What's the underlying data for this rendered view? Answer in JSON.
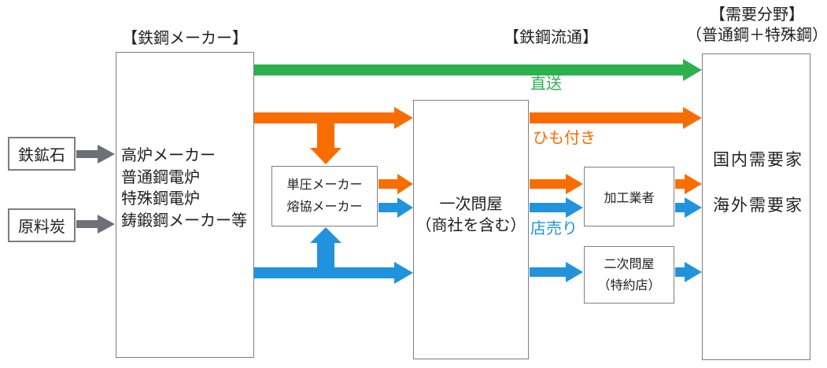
{
  "headers": {
    "makers": "【鉄鋼メーカー】",
    "distribution": "【鉄鋼流通】",
    "demand_line1": "【需要分野】",
    "demand_line2": "（普通鋼＋特殊鋼）"
  },
  "nodes": {
    "iron_ore": {
      "label": "鉄鉱石"
    },
    "coking_coal": {
      "label": "原料炭"
    },
    "steel_makers": {
      "lines": [
        "高炉メーカー",
        "普通鋼電炉",
        "特殊鋼電炉",
        "鋳鍛鋼メーカー等"
      ]
    },
    "single_roll_makers": {
      "lines": [
        "単圧メーカー",
        "熔協メーカー"
      ]
    },
    "primary_wholesaler": {
      "lines": [
        "一次問屋",
        "（商社を含む）"
      ]
    },
    "processors": {
      "label": "加工業者"
    },
    "secondary_wholesaler": {
      "lines": [
        "二次問屋",
        "（特約店）"
      ]
    },
    "demand": {
      "lines": [
        "国内需要家",
        "海外需要家"
      ]
    }
  },
  "flow_labels": {
    "direct": "直送",
    "tied": "ひも付き",
    "store": "店売り"
  },
  "colors": {
    "direct_green": "#2db14f",
    "tied_orange": "#f96d00",
    "store_blue": "#2193dc",
    "raw_gray": "#6d7077",
    "border_gray": "#7e7e7e"
  },
  "flows": [
    {
      "from": "鉄鉱石",
      "to": "鉄鋼メーカー",
      "channel": "raw_material"
    },
    {
      "from": "原料炭",
      "to": "鉄鋼メーカー",
      "channel": "raw_material"
    },
    {
      "from": "鉄鋼メーカー",
      "to": "需要分野",
      "channel": "direct",
      "label": "直送"
    },
    {
      "from": "鉄鋼メーカー",
      "to": "一次問屋",
      "channel": "tied"
    },
    {
      "from": "鉄鋼メーカー",
      "to": "単圧・熔協メーカー",
      "channel": "tied"
    },
    {
      "from": "単圧・熔協メーカー",
      "to": "一次問屋",
      "channel": "tied"
    },
    {
      "from": "単圧・熔協メーカー",
      "to": "一次問屋",
      "channel": "store"
    },
    {
      "from": "鉄鋼メーカー",
      "to": "一次問屋",
      "channel": "store"
    },
    {
      "from": "鉄鋼メーカー",
      "to": "単圧・熔協メーカー",
      "channel": "store"
    },
    {
      "from": "一次問屋",
      "to": "需要分野",
      "channel": "tied",
      "label": "ひも付き"
    },
    {
      "from": "一次問屋",
      "to": "加工業者",
      "channel": "tied"
    },
    {
      "from": "一次問屋",
      "to": "加工業者",
      "channel": "store",
      "label": "店売り"
    },
    {
      "from": "一次問屋",
      "to": "二次問屋",
      "channel": "store"
    },
    {
      "from": "加工業者",
      "to": "需要分野",
      "channel": "tied"
    },
    {
      "from": "加工業者",
      "to": "需要分野",
      "channel": "store"
    },
    {
      "from": "二次問屋",
      "to": "需要分野",
      "channel": "store"
    }
  ]
}
